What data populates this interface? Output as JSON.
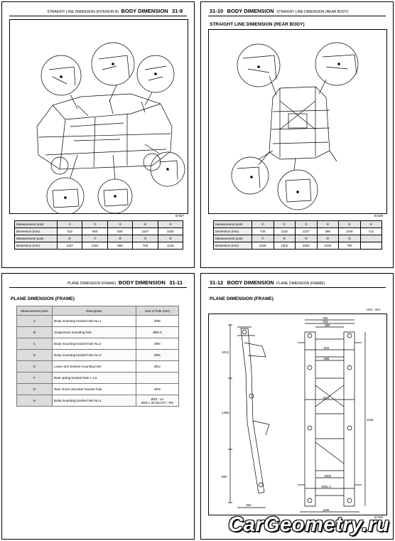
{
  "page1": {
    "header_small": "STRAIGHT LINE DIMENSION (INTERIOR B)",
    "header_big": "BODY DIMENSION",
    "page_no": "31-9",
    "figure_code": "B-027",
    "table": {
      "rows": [
        {
          "label": "Measurement point",
          "cells": [
            "①",
            "②",
            "③",
            "④",
            "⑤"
          ],
          "shade": true
        },
        {
          "label": "Dimension (mm)",
          "cells": [
            "510",
            "550",
            "820",
            "1157",
            "1030"
          ],
          "shade": false
        },
        {
          "label": "Measurement point",
          "cells": [
            "⑥",
            "⑦",
            "⑧",
            "⑨",
            "⑩"
          ],
          "shade": true
        },
        {
          "label": "Dimension (mm)",
          "cells": [
            "1187",
            "1264",
            "806",
            "705",
            "1125"
          ],
          "shade": false
        }
      ]
    }
  },
  "page2": {
    "page_no": "31-10",
    "header_big": "BODY DIMENSION",
    "header_small": "STRAIGHT LINE DIMENSION (REAR BODY)",
    "section_title": "STRAIGHT LINE DIMENSION (REAR BODY)",
    "figure_code": "B-028",
    "table": {
      "rows": [
        {
          "label": "Measurement point",
          "cells": [
            "①",
            "②",
            "③",
            "④",
            "⑤",
            "⑥"
          ],
          "shade": true
        },
        {
          "label": "Dimension (mm)",
          "cells": [
            "725",
            "1115",
            "1237",
            "496",
            "1106",
            "712"
          ],
          "shade": false
        },
        {
          "label": "Measurement point",
          "cells": [
            "⑦",
            "⑧",
            "⑨",
            "⑩",
            "⑪",
            ""
          ],
          "shade": true
        },
        {
          "label": "Dimension (mm)",
          "cells": [
            "1045",
            "1002",
            "1052",
            "1045",
            "750",
            ""
          ],
          "shade": false
        }
      ]
    }
  },
  "page3": {
    "header_small": "PLANE DIMENSION (FRAME)",
    "header_big": "BODY DIMENSION",
    "page_no": "31-11",
    "section_title": "PLANE DIMENSION (FRAME)",
    "table": {
      "headers": [
        "Measurement point",
        "Description",
        "Size of hole (mm)"
      ],
      "rows": [
        {
          "point": "A",
          "desc": "Body mounting bracket hole No.1",
          "size": "Ø38"
        },
        {
          "point": "B",
          "desc": "Suspension mounting hole",
          "size": "Ø55.5"
        },
        {
          "point": "C",
          "desc": "Body mounting bracket hole No.2",
          "size": "Ø35"
        },
        {
          "point": "D",
          "desc": "Body mounting bracket hole No.3",
          "size": "Ø35"
        },
        {
          "point": "E",
          "desc": "Lower arm bracket mounting hole",
          "size": "Ø13"
        },
        {
          "point": "F",
          "desc": "Rear spring bracket hole × 1.5",
          "size": ""
        },
        {
          "point": "G",
          "desc": "Rear shock absorber bracket hole",
          "size": "Ø19"
        },
        {
          "point": "H",
          "desc": "Body mounting bracket hole No.4",
          "size": "Ø33 : LH\nØ33 × 33 (SLOT) : RH"
        }
      ]
    }
  },
  "page4": {
    "page_no": "31-12",
    "header_big": "BODY DIMENSION",
    "header_small": "PLANE DIMENSION (FRAME)",
    "section_title": "PLANE DIMENSION (FRAME)",
    "unit": "Unit : mm",
    "figure_code": "B-029",
    "dims": {
      "top1": "762",
      "top2": "700",
      "top3": "380",
      "mid1": "844",
      "mid2": "956",
      "mid3": "1114",
      "low1": "1000",
      "low2": "1051.4",
      "low3": "1195",
      "left1": "1013",
      "left2": "1458",
      "left3": "660",
      "bottom1": "350",
      "bottom2": "1154"
    }
  },
  "logo": "CarGeometry.ru"
}
